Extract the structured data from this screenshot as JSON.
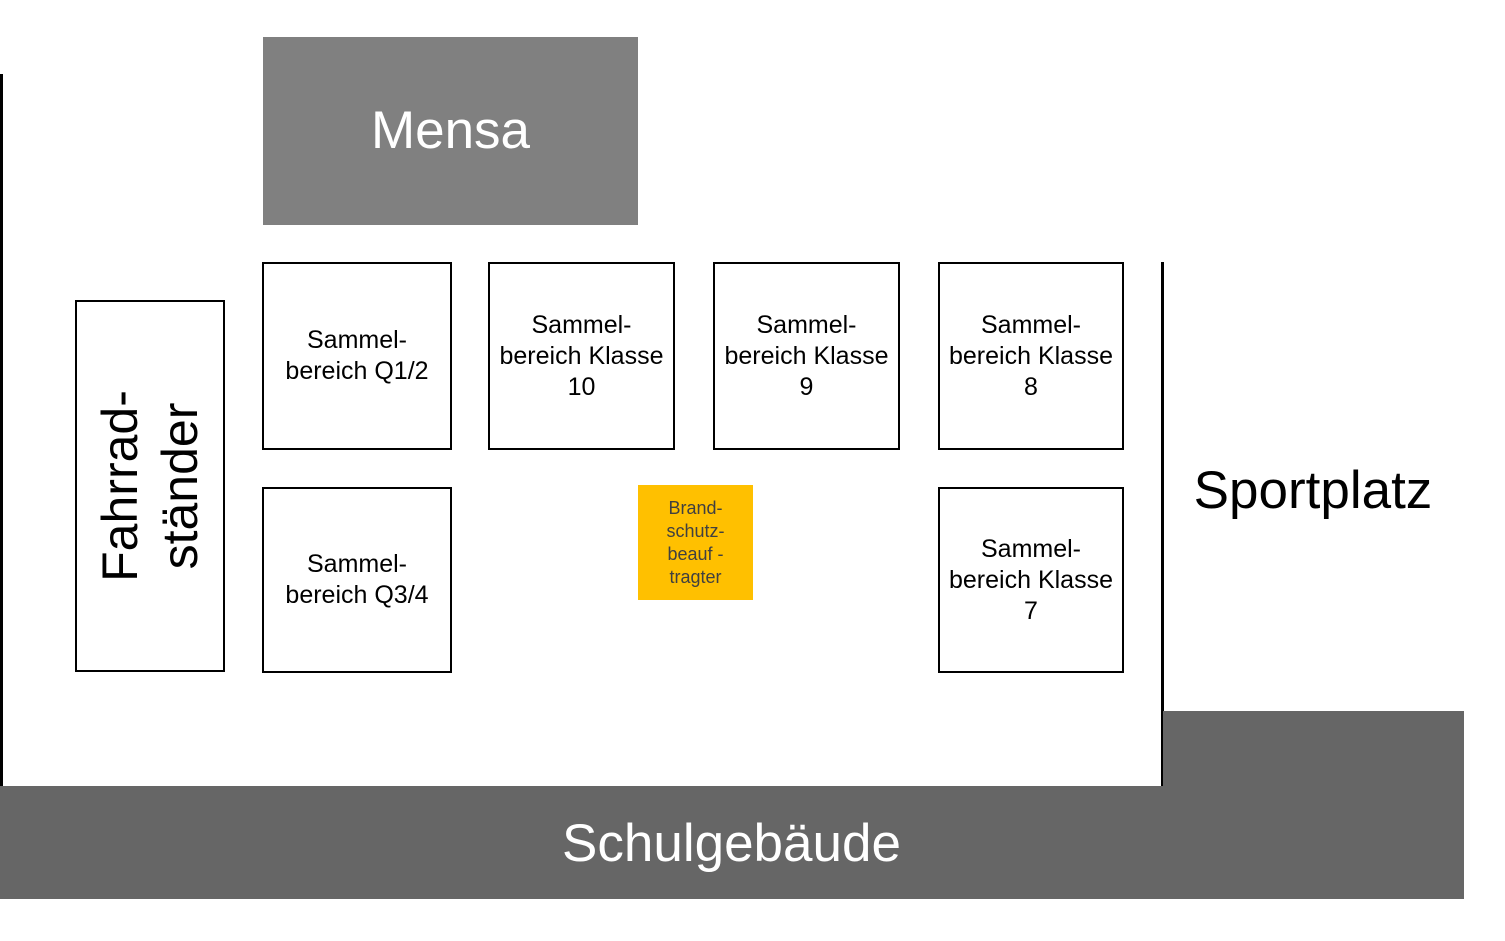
{
  "plan": {
    "mensa": {
      "label": "Mensa"
    },
    "bike_rack": {
      "lines": [
        "Fahrrad-",
        "ständer"
      ]
    },
    "assembly_areas": [
      {
        "id": "q12",
        "lines": [
          "Sammel-",
          "bereich Q1/2"
        ]
      },
      {
        "id": "klasse-10",
        "lines": [
          "Sammel-",
          "bereich Klasse",
          "10"
        ]
      },
      {
        "id": "klasse-9",
        "lines": [
          "Sammel-",
          "bereich Klasse",
          "9"
        ]
      },
      {
        "id": "klasse-8",
        "lines": [
          "Sammel-",
          "bereich Klasse",
          "8"
        ]
      },
      {
        "id": "q34",
        "lines": [
          "Sammel-",
          "bereich Q3/4"
        ]
      },
      {
        "id": "klasse-7",
        "lines": [
          "Sammel-",
          "bereich Klasse",
          "7"
        ]
      }
    ],
    "fire_safety_officer": {
      "lines": [
        "Brand-",
        "schutz-",
        "beauf -",
        "tragter"
      ]
    },
    "sportplatz": {
      "label": "Sportplatz"
    },
    "school_building": {
      "label": "Schulgebäude"
    },
    "colors": {
      "mensa_gray": "#808080",
      "building_gray": "#666666",
      "officer_yellow": "#FFC000",
      "line_black": "#000000"
    }
  }
}
